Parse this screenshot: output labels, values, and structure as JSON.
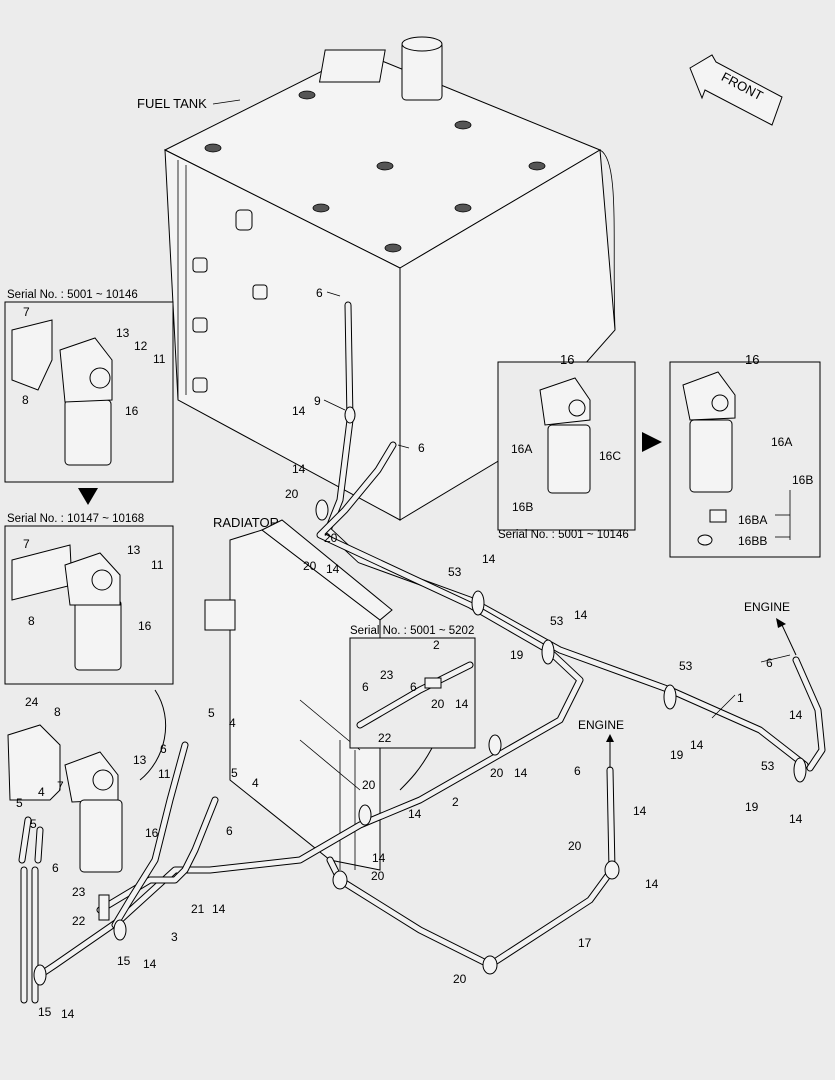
{
  "titles": {
    "fuel_tank": "FUEL TANK",
    "radiator": "RADIATOR",
    "front": "FRONT",
    "engine_upper": "ENGINE",
    "engine_lower": "ENGINE"
  },
  "inset_1": {
    "serial": "Serial No. : 5001 ~ 10146",
    "labels": [
      "7",
      "13",
      "12",
      "11",
      "8",
      "16"
    ]
  },
  "inset_2": {
    "serial": "Serial No. : 10147 ~ 10168",
    "labels": [
      "7",
      "13",
      "11",
      "8",
      "16"
    ]
  },
  "inset_3": {
    "serial": "Serial No. : 5001 ~ 5202",
    "labels": [
      "2",
      "23",
      "6",
      "6",
      "20",
      "14",
      "22"
    ]
  },
  "inset_4": {
    "title": "16",
    "serial": "Serial No. : 5001 ~ 10146",
    "labels": [
      "16A",
      "16C",
      "16B"
    ]
  },
  "inset_5": {
    "title": "16",
    "labels": [
      "16A",
      "16B",
      "16BA",
      "16BB"
    ]
  },
  "callouts": [
    "6",
    "9",
    "14",
    "6",
    "14",
    "20",
    "20",
    "14",
    "53",
    "14",
    "53",
    "14",
    "19",
    "53",
    "1",
    "6",
    "14",
    "19",
    "14",
    "53",
    "19",
    "14",
    "20",
    "14",
    "2",
    "20",
    "14",
    "6",
    "14",
    "20",
    "14",
    "14",
    "20",
    "17",
    "20",
    "24",
    "8",
    "13",
    "11",
    "7",
    "16",
    "5",
    "4",
    "5",
    "6",
    "5",
    "4",
    "5",
    "4",
    "6",
    "6",
    "23",
    "22",
    "21",
    "14",
    "3",
    "14",
    "15",
    "15",
    "14",
    "20"
  ]
}
